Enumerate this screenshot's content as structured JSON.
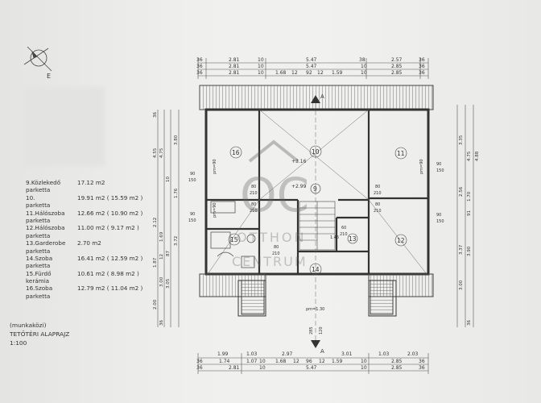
{
  "legend": [
    {
      "name": "9.Közlekedő",
      "area": "17.12 m2",
      "floor": "parketta"
    },
    {
      "name": "10.",
      "area": "19.91 m2  ( 15.59 m2 )",
      "floor": "parketta"
    },
    {
      "name": "11.Hálószoba",
      "area": "12.66 m2  ( 10.90 m2 )",
      "floor": "parketta"
    },
    {
      "name": "12.Hálószoba",
      "area": "11.00 m2  (  9.17 m2 )",
      "floor": "parketta"
    },
    {
      "name": "13.Garderobe",
      "area": "2.70 m2",
      "floor": "parketta"
    },
    {
      "name": "14.Szoba",
      "area": "16.41 m2  ( 12.59 m2 )",
      "floor": "parketta"
    },
    {
      "name": "15.Fürdő",
      "area": "10.61 m2  (  8.98 m2 )",
      "floor": "kerámia"
    },
    {
      "name": "16.Szoba",
      "area": "12.79 m2  ( 11.04 m2 )",
      "floor": "parketta"
    }
  ],
  "caption": {
    "line1": "(munkaközi)",
    "line2": "TETŐTÉRI  ALAPRAJZ",
    "line3": "1:100"
  },
  "watermark": {
    "brand_top": "OTTHON",
    "brand_bottom": "CENTRUM"
  },
  "compass_label": "E",
  "room_numbers": {
    "r9": "9",
    "r10": "10",
    "r11": "11",
    "r12": "12",
    "r13": "13",
    "r14": "14",
    "r15": "15",
    "r16": "16"
  },
  "levels": {
    "l1": "+3.16",
    "l2": "+2.99"
  },
  "section_mark": "A",
  "top_dims": {
    "row1": [
      "36",
      "2.81",
      "10",
      "5.47",
      "38",
      "2.57",
      "36"
    ],
    "row2": [
      "36",
      "2.81",
      "10",
      "5.47",
      "10",
      "2.85",
      "36"
    ],
    "row3": [
      "36",
      "2.81",
      "10",
      "1.68",
      "12",
      "92",
      "12",
      "1.59",
      "10",
      "2.85",
      "36"
    ]
  },
  "bottom_dims": {
    "row1": [
      "1.99",
      "1.03",
      "2.97",
      "3.01",
      "1.03",
      "2.03"
    ],
    "row2": [
      "36",
      "1.74",
      "1.07",
      "10",
      "1.68",
      "12",
      "96",
      "12",
      "1.59",
      "10",
      "2.85",
      "36"
    ],
    "row3": [
      "36",
      "2.81",
      "10",
      "5.47",
      "10",
      "2.85",
      "36"
    ]
  },
  "left_dims": [
    "36",
    "4.55",
    "4.75",
    "3.80",
    "10",
    "1.76",
    "2.12",
    "1.69",
    "1.87",
    "3.72",
    "12",
    "87",
    "3.00",
    "3.05",
    "2.00",
    "36"
  ],
  "right_dims": [
    "3.35",
    "4.75",
    "4.88",
    "2.56",
    "91",
    "1.70",
    "3.37",
    "3.90",
    "3.00",
    "36"
  ],
  "door_labels": [
    "90",
    "150",
    "90",
    "150",
    "80",
    "210",
    "80",
    "210",
    "80",
    "210",
    "80",
    "210",
    "90",
    "150",
    "90",
    "150",
    "80",
    "210",
    "60",
    "210",
    "pm=90",
    "pm=90",
    "pm=90",
    "1.45",
    "pm=1.30",
    "285",
    "120"
  ]
}
